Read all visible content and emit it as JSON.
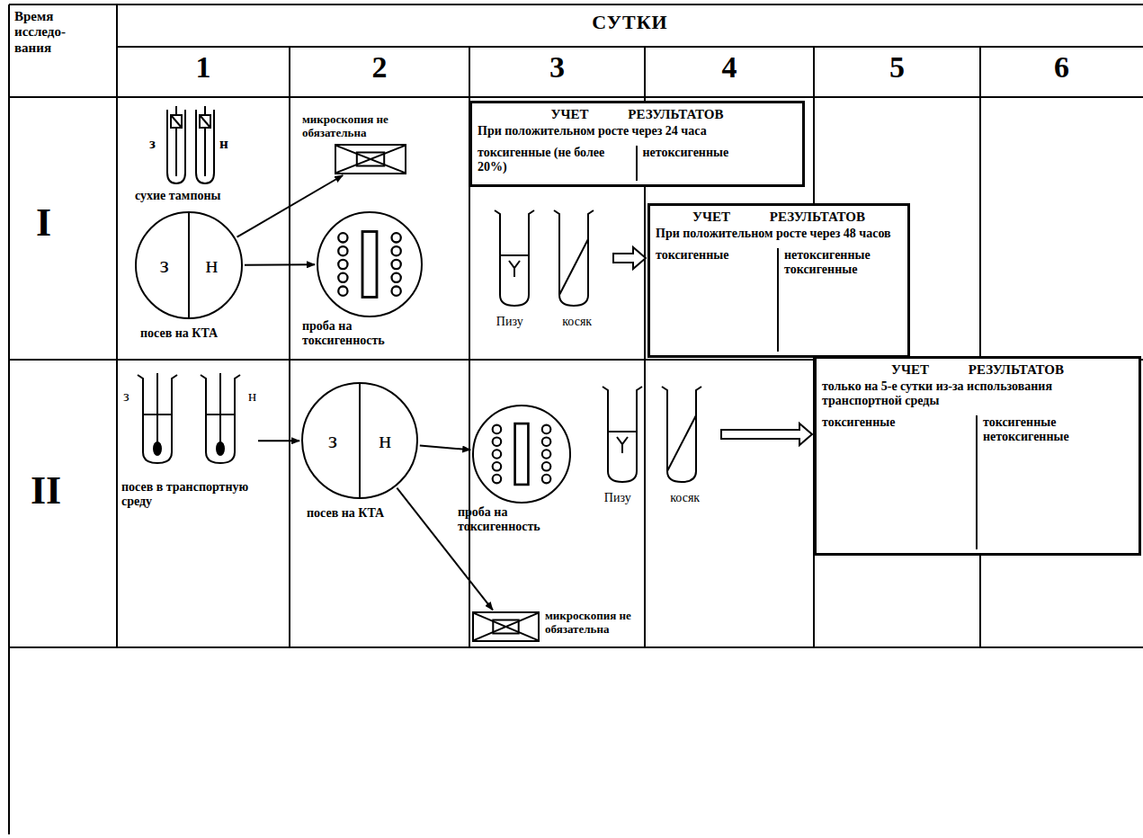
{
  "diagram": {
    "nodes": [
      {
        "text": [
          "з",
          "н",
          "посев на КТА"
        ]
      },
      {
        "text": [
          "микроскопия не обязательна"
        ]
      },
      {
        "text": [
          "проба на токсигенность"
        ]
      },
      {
        "text": [
          "УЧЕТ РЕЗУЛЬТАТОВ",
          "При положительном росте через 24 часа",
          "токсигенные (не более 20%)",
          "нетоксигенные"
        ]
      },
      {
        "text": [
          "Пизу",
          "косяк"
        ]
      },
      {
        "text": [
          "УЧЕТ РЕЗУЛЬТАТОВ",
          "При положительном росте через 48 часов",
          "токсигенные",
          "нетоксигенные токсигенные"
        ]
      },
      {
        "text": [
          "з",
          "н",
          "посев в транспортную среду"
        ]
      },
      {
        "text": [
          "з",
          "н",
          "посев на КТА"
        ]
      },
      {
        "text": [
          "проба на токсигенность"
        ]
      },
      {
        "text": [
          "микроскопия не обязательна"
        ]
      },
      {
        "text": [
          "Пизу",
          "косяк"
        ]
      },
      {
        "text": [
          "УЧЕТ РЕЗУЛЬТАТОВ",
          "только на 5-е сутки из-за использования транспортной среды",
          "токсигенные",
          "токсигенные нетоксигенные"
        ]
      }
    ],
    "edges": [
      {
        "from": 0,
        "to": 1,
        "arrow": "to"
      },
      {
        "from": 0,
        "to": 2,
        "arrow": "to"
      },
      {
        "from": 4,
        "to": 5,
        "arrow": "to"
      },
      {
        "from": 6,
        "to": 7,
        "arrow": "to"
      },
      {
        "from": 7,
        "to": 8,
        "arrow": "to"
      },
      {
        "from": 7,
        "to": 9,
        "arrow": "to"
      },
      {
        "from": 10,
        "to": 11,
        "arrow": "to"
      }
    ],
    "labels": [
      "Время исследо- вания",
      "СУТКИ",
      "1",
      "2",
      "3",
      "4",
      "5",
      "6",
      "I",
      "II",
      "з",
      "н",
      "сухие тампоны"
    ]
  }
}
